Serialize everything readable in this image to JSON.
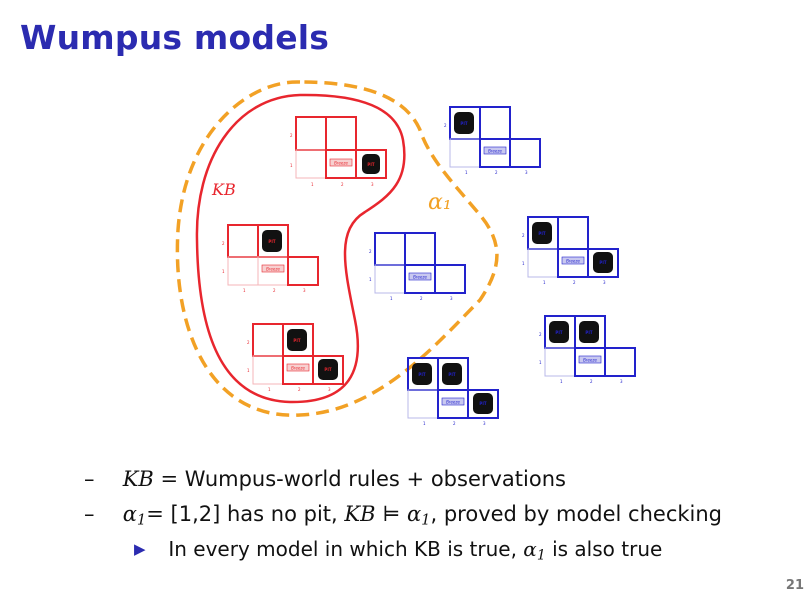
{
  "title": "Wumpus models",
  "labels": {
    "kb": "KB",
    "alpha1": "α₁"
  },
  "colors": {
    "title": "#2b2bb0",
    "kb_boundary": "#e8262e",
    "alpha_boundary": "#f2a125",
    "kb_model": "#e8262e",
    "other_model": "#2222cc"
  },
  "grid_labels": {
    "pit": "PIT",
    "breeze": "Breeze"
  },
  "bullets": [
    {
      "dash": "–",
      "kb": "KB",
      "eq": "=",
      "rest": "Wumpus-world rules + observations"
    },
    {
      "dash": "–",
      "alpha": "α",
      "alpha_sub": "1",
      "eq": "=",
      "text1": "[1,2] has no pit,",
      "kb": "KB",
      "entails": "⊨",
      "alpha2": "α",
      "alpha2_sub": "1",
      "text2": ", proved by model checking"
    },
    {
      "marker": "▶",
      "text1": "In every model in which KB is true,",
      "alpha": "α",
      "alpha_sub": "1",
      "text2": "is also true"
    }
  ],
  "page_number": "21"
}
